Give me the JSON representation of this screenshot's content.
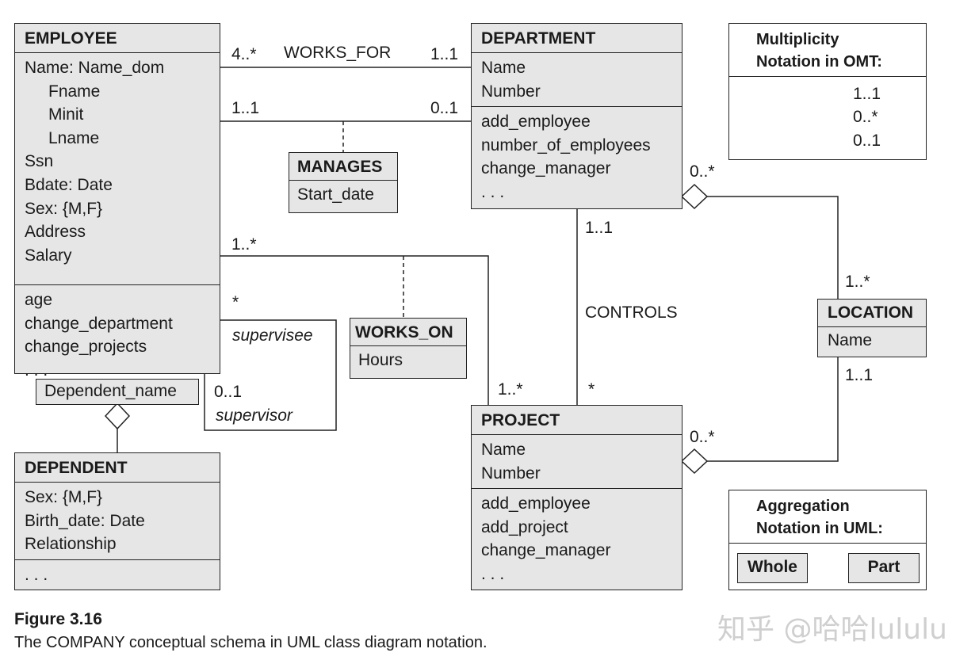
{
  "employee": {
    "title": "EMPLOYEE",
    "attr_name": "Name: Name_dom",
    "attr_fname": "Fname",
    "attr_minit": "Minit",
    "attr_lname": "Lname",
    "attr_ssn": "Ssn",
    "attr_bdate": "Bdate: Date",
    "attr_sex": "Sex: {M,F}",
    "attr_address": "Address",
    "attr_salary": "Salary",
    "op_age": "age",
    "op_change_department": "change_department",
    "op_change_projects": "change_projects",
    "op_more": ". . ."
  },
  "department": {
    "title": "DEPARTMENT",
    "attr_name": "Name",
    "attr_number": "Number",
    "op_add_employee": "add_employee",
    "op_number_of_employees": "number_of_employees",
    "op_change_manager": "change_manager",
    "op_more": ". . ."
  },
  "project": {
    "title": "PROJECT",
    "attr_name": "Name",
    "attr_number": "Number",
    "op_add_employee": "add_employee",
    "op_add_project": "add_project",
    "op_change_manager": "change_manager",
    "op_more": ". . ."
  },
  "dependent": {
    "title": "DEPENDENT",
    "attr_sex": "Sex: {M,F}",
    "attr_birth_date": "Birth_date: Date",
    "attr_relationship": "Relationship",
    "op_more": ". . ."
  },
  "location": {
    "title": "LOCATION",
    "attr_name": "Name"
  },
  "manages": {
    "title": "MANAGES",
    "attr": "Start_date"
  },
  "works_on": {
    "title": "WORKS_ON",
    "attr": "Hours"
  },
  "qualifier": "Dependent_name",
  "relations": {
    "works_for": "WORKS_FOR",
    "controls": "CONTROLS",
    "supervisee": "supervisee",
    "supervisor": "supervisor"
  },
  "multiplicities": {
    "works_for_emp": "4..*",
    "works_for_dept": "1..1",
    "manages_emp": "1..1",
    "manages_dept": "0..1",
    "works_on_emp": "1..*",
    "works_on_proj": "1..*",
    "supervisee": "*",
    "supervisor": "0..1",
    "controls_dept": "1..1",
    "controls_proj": "*",
    "dept_location": "0..*",
    "location_dept": "1..*",
    "location_proj": "1..1",
    "proj_location": "0..*"
  },
  "legend_omt": {
    "title_line1": "Multiplicity",
    "title_line2": "Notation in OMT:",
    "one": "1..1",
    "many": "0..*",
    "optional": "0..1"
  },
  "legend_uml": {
    "title_line1": "Aggregation",
    "title_line2": "Notation in UML:",
    "whole": "Whole",
    "part": "Part"
  },
  "caption": {
    "figure": "Figure 3.16",
    "text": "The COMPANY conceptual schema in UML class diagram notation."
  },
  "watermark": "知乎 @哈哈lululu"
}
